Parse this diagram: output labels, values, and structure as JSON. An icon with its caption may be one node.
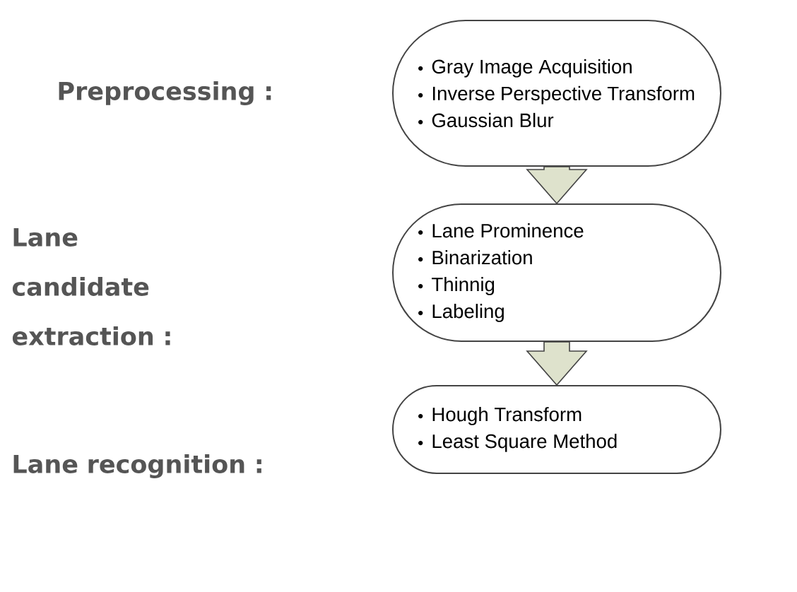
{
  "diagram": {
    "nodes": [
      {
        "text": [
          "Gray Image Acquisition",
          "Inverse Perspective Transform",
          "Gaussian Blur"
        ]
      },
      {
        "text": [
          "Lane Prominence",
          "Binarization",
          "Thinnig",
          "Labeling"
        ]
      },
      {
        "text": [
          "Hough Transform",
          "Least Square Method"
        ]
      }
    ],
    "edges": [
      {
        "from": 0,
        "to": 1,
        "arrow": "to"
      },
      {
        "from": 1,
        "to": 2,
        "arrow": "to"
      }
    ],
    "labels": [
      "Preprocessing :",
      "Lane candidate extraction :",
      "Lane recognition :"
    ]
  }
}
